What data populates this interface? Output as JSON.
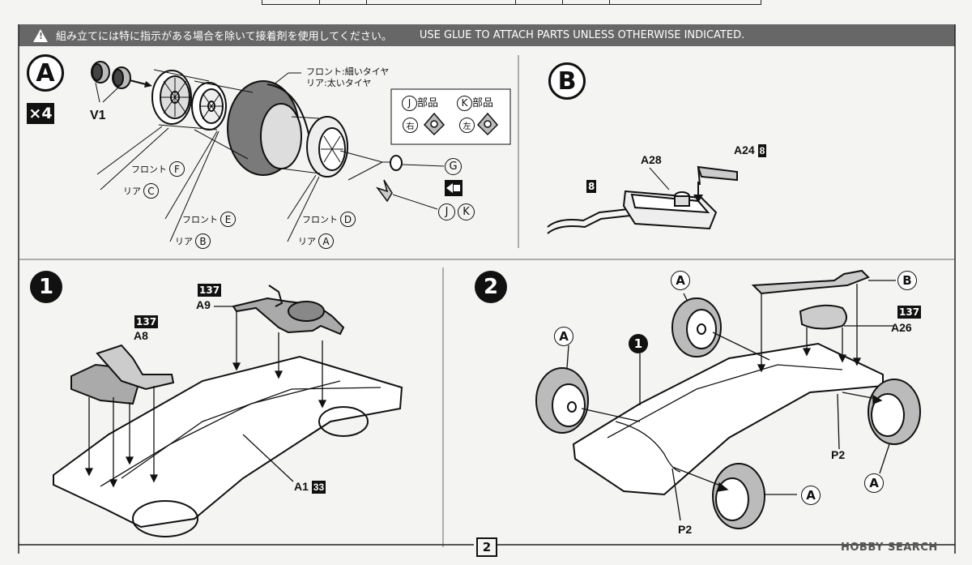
{
  "banner": {
    "jp": "組み立てには特に指示がある場合を除いて接着剤を使用してください。",
    "en": "USE GLUE TO ATTACH PARTS UNLESS OTHERWISE INDICATED."
  },
  "sectionA": {
    "marker": "A",
    "multiplier": "×4",
    "v1": "V1",
    "tire_note_front": "フロント:細いタイヤ",
    "tire_note_rear": "リア:太いタイヤ",
    "front_label": "フロント",
    "rear_label": "リア",
    "wheel_f": "F",
    "wheel_c": "C",
    "wheel_e": "E",
    "wheel_b": "B",
    "wheel_d": "D",
    "wheel_a": "A",
    "part_j": "J",
    "part_k": "K",
    "parts_word": "部品",
    "right_word": "右",
    "left_word": "左",
    "part_g": "G"
  },
  "sectionB": {
    "marker": "B",
    "a28": "A28",
    "a24": "A24",
    "num8": "8"
  },
  "step1": {
    "marker": "1",
    "num137": "137",
    "a9": "A9",
    "a8": "A8",
    "a1": "A1",
    "num33": "33"
  },
  "step2": {
    "marker": "2",
    "a26": "A26",
    "p2": "P2",
    "sub_a": "A",
    "sub_b": "B",
    "sub_1": "1",
    "num137": "137"
  },
  "page_number": "2",
  "watermark": "HOBBY SEARCH"
}
